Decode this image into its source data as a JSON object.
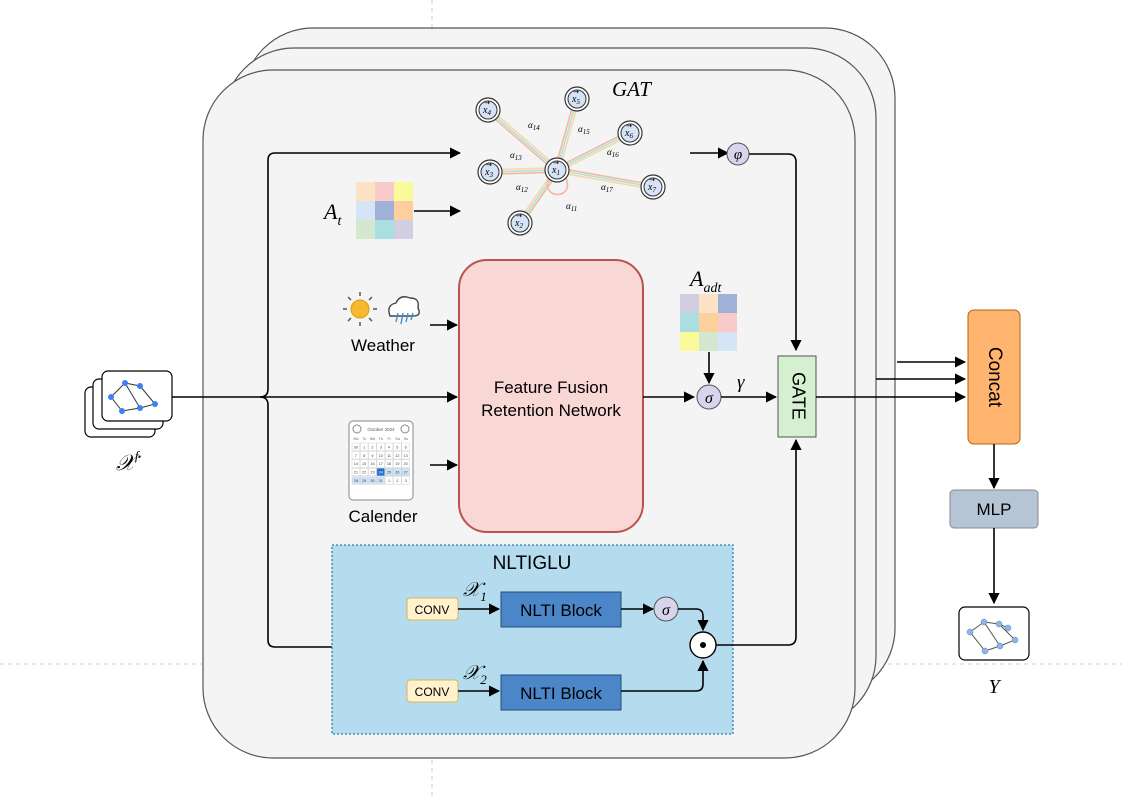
{
  "labels": {
    "gat": "GAT",
    "a_t": "A",
    "a_t_sub": "t",
    "weather": "Weather",
    "calendar": "Calender",
    "ffrn_line1": "Feature Fusion",
    "ffrn_line2": "Retention Network",
    "a_adt": "A",
    "a_adt_sub": "adt",
    "sigma": "σ",
    "gamma": "γ",
    "phi": "φ",
    "gate": "GATE",
    "concat": "Concat",
    "mlp": "MLP",
    "y": "Y",
    "x_f": "𝒳",
    "x_f_sup": "f",
    "nltiglu": "NLTIGLU",
    "conv": "CONV",
    "x1": "𝒳",
    "x1_sub": "1",
    "x2": "𝒳",
    "x2_sub": "2",
    "nlti_block": "NLTI Block",
    "odot": "⊙"
  },
  "gat_nodes": [
    {
      "name": "x1",
      "label": "x",
      "sub": "1"
    },
    {
      "name": "x2",
      "label": "x",
      "sub": "2"
    },
    {
      "name": "x3",
      "label": "x",
      "sub": "3"
    },
    {
      "name": "x4",
      "label": "x",
      "sub": "4"
    },
    {
      "name": "x5",
      "label": "x",
      "sub": "5"
    },
    {
      "name": "x6",
      "label": "x",
      "sub": "6"
    },
    {
      "name": "x7",
      "label": "x",
      "sub": "7"
    }
  ],
  "gat_edge_labels": [
    {
      "label": "α",
      "sub": "14"
    },
    {
      "label": "α",
      "sub": "15"
    },
    {
      "label": "α",
      "sub": "16"
    },
    {
      "label": "α",
      "sub": "13"
    },
    {
      "label": "α",
      "sub": "12"
    },
    {
      "label": "α",
      "sub": "17"
    },
    {
      "label": "α",
      "sub": "11"
    }
  ],
  "calendar": {
    "month": "October 2024",
    "weekdays": [
      "Mo",
      "Tu",
      "We",
      "Th",
      "Fr",
      "Sa",
      "Su"
    ],
    "days": [
      "30",
      "1",
      "2",
      "3",
      "4",
      "5",
      "6",
      "7",
      "8",
      "9",
      "10",
      "11",
      "12",
      "13",
      "14",
      "15",
      "16",
      "17",
      "18",
      "19",
      "20",
      "21",
      "22",
      "23",
      "24",
      "25",
      "26",
      "27",
      "28",
      "29",
      "30",
      "31",
      "1",
      "2",
      "3"
    ]
  },
  "colors": {
    "panel_fill": "#f4f4f4",
    "panel_stroke": "#555555",
    "ffrn_fill": "#f8d7d5",
    "ffrn_stroke": "#b85450",
    "gate_fill": "#d5f0d0",
    "concat_fill": "#ffb570",
    "mlp_fill": "#b5c5d6",
    "nlti_fill": "#4a86c8",
    "nltiglu_fill": "#b5dcee",
    "conv_fill": "#fff2cc",
    "op_fill": "#d8d4ec"
  }
}
